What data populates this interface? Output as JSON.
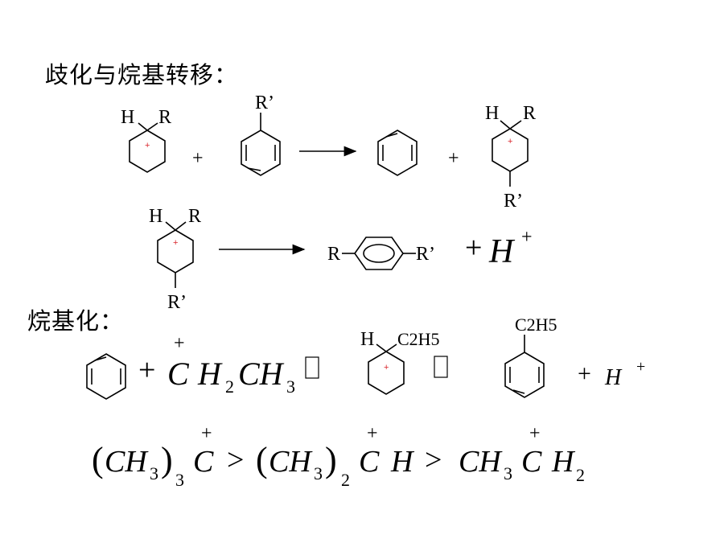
{
  "headings": {
    "isomerization": "歧化与烷基转移：",
    "alkylation": "烷基化："
  },
  "labels": {
    "H": "H",
    "R": "R",
    "R_prime": "R’",
    "C2H5": "C2H5",
    "plus": "+",
    "H_plus": "H",
    "charge": "+"
  },
  "equations": {
    "alkylation": {
      "C": "C",
      "H2": "H",
      "CH3": "CH",
      "sub2": "2",
      "sub3": "3"
    },
    "order": {
      "CH3": "CH",
      "sub3": "3",
      "sub2": "2",
      "C": "C",
      "H": "H",
      "gt": ">",
      "lparen": "(",
      "rparen": ")"
    }
  }
}
